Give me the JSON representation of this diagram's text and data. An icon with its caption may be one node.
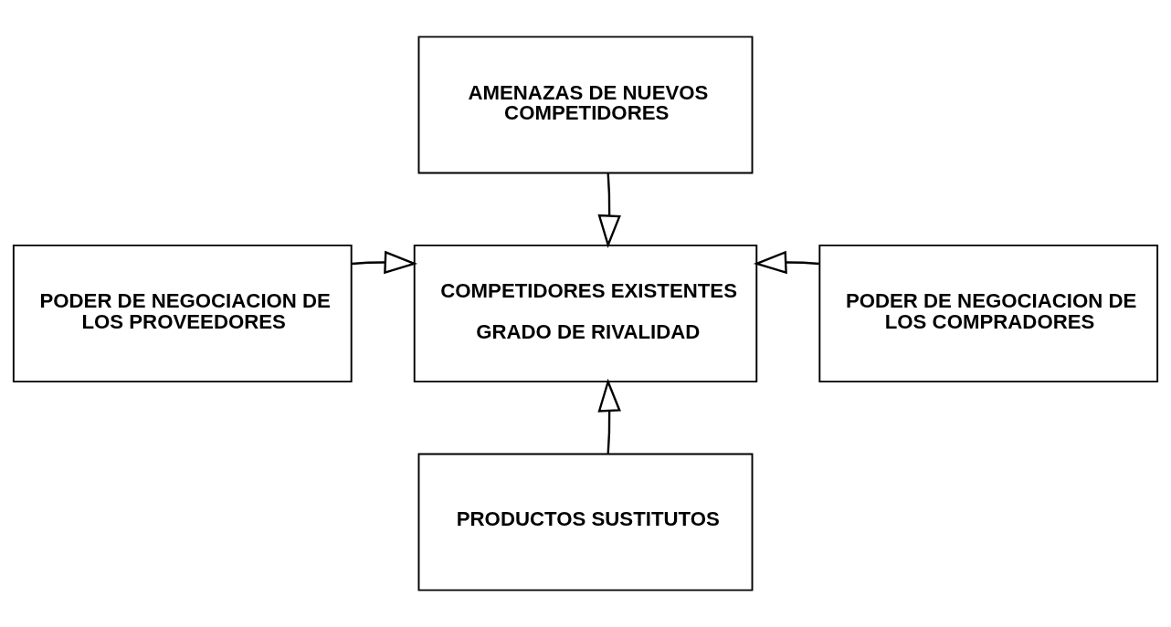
{
  "diagram": {
    "nodes": [
      {
        "text": [
          "AMENAZAS DE NUEVOS COMPETIDORES"
        ]
      },
      {
        "text": [
          "PODER DE NEGOCIACION DE LOS PROVEEDORES"
        ]
      },
      {
        "text": [
          "COMPETIDORES EXISTENTES",
          "GRADO DE RIVALIDAD"
        ]
      },
      {
        "text": [
          "PODER DE NEGOCIACION DE LOS COMPRADORES"
        ]
      },
      {
        "text": [
          "PRODUCTOS SUSTITUTOS"
        ]
      }
    ],
    "edges": [
      {
        "from": 0,
        "to": 2,
        "arrow": "to"
      },
      {
        "from": 1,
        "to": 2,
        "arrow": "to"
      },
      {
        "from": 3,
        "to": 2,
        "arrow": "to"
      },
      {
        "from": 4,
        "to": 2,
        "arrow": "to"
      }
    ]
  }
}
